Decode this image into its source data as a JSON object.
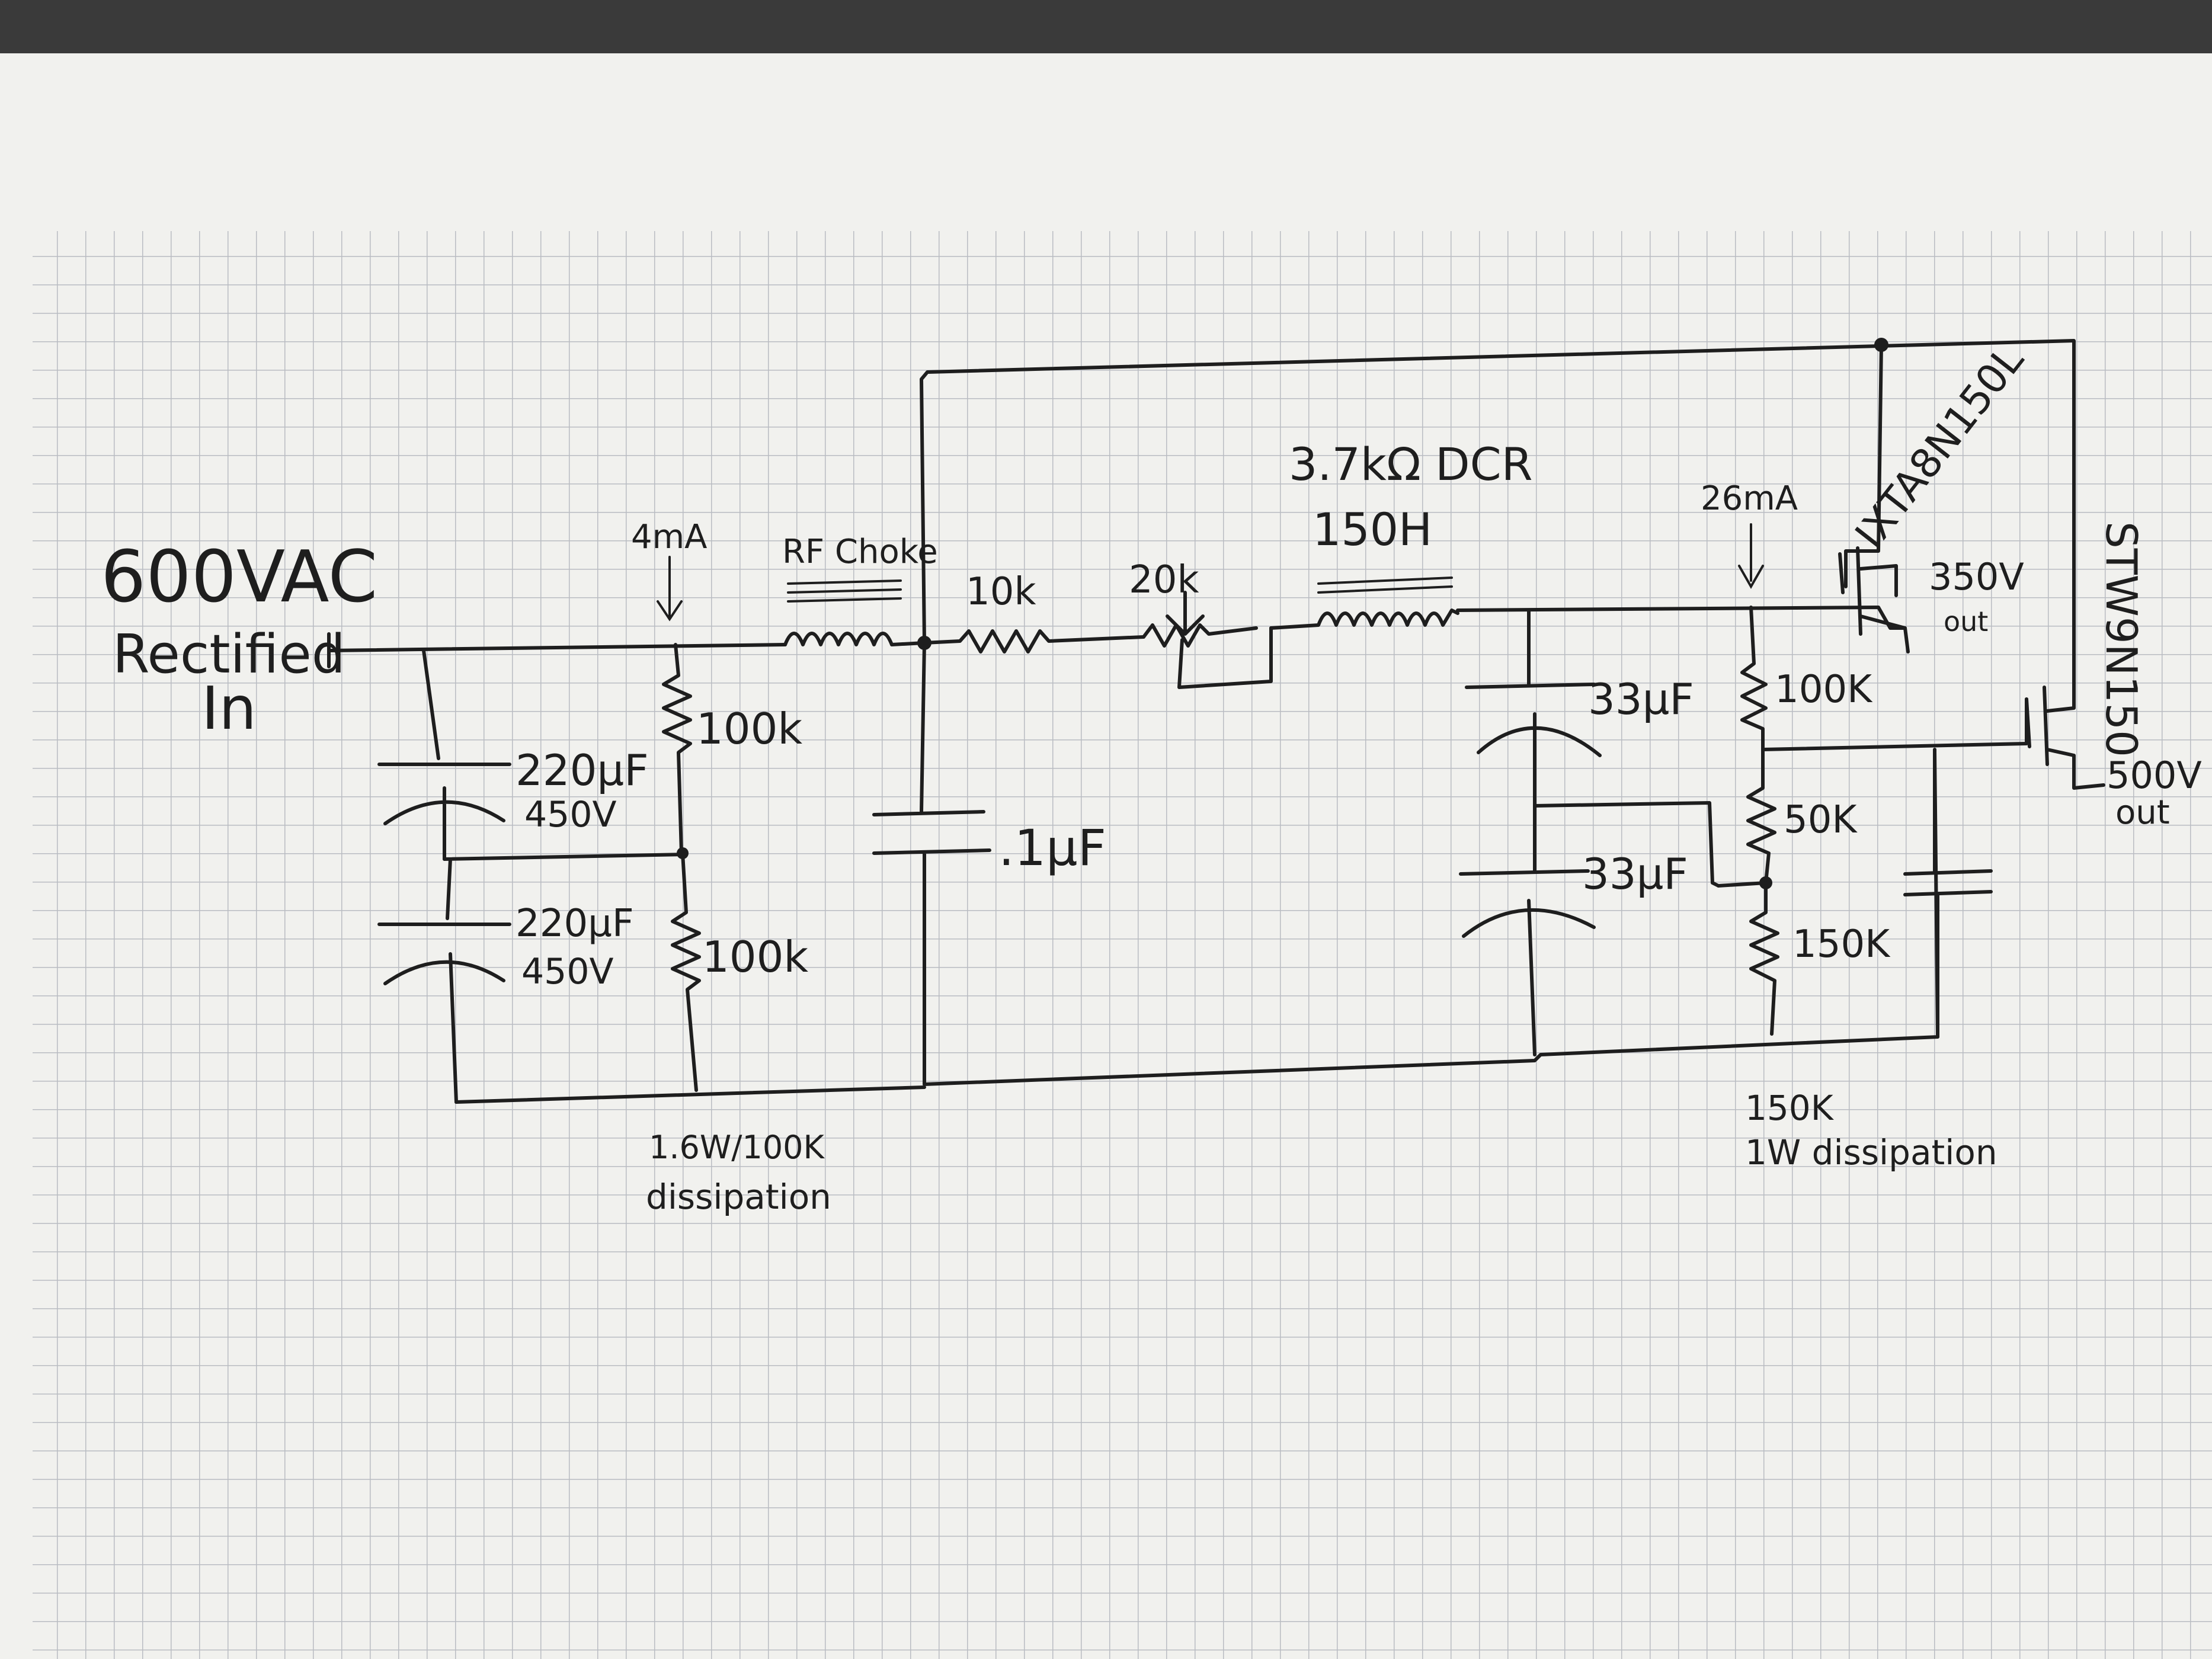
{
  "colors": {
    "backdrop": "#3a3a3a",
    "paper": "#f1f1ee",
    "grid": "#b9bcc2",
    "ink": "#1e1e1e"
  },
  "labels": {
    "input_voltage": "600VAC",
    "input_desc1": "Rectified",
    "input_desc2": "In",
    "current_left": "4mA",
    "rf_choke": "RF Choke",
    "r_10k": "10k",
    "pot_20k": "20k",
    "inductor_dcr": "3.7kΩ DCR",
    "inductor_value": "150H",
    "current_right": "26mA",
    "c1_value": "220µF",
    "c1_voltage": "450V",
    "c2_value": "220µF",
    "c2_voltage": "450V",
    "r1_value": "100k",
    "r2_value": "100k",
    "c_01": ".1µF",
    "dissipation_left1": "1.6W/100K",
    "dissipation_left2": "dissipation",
    "c3_value": "33µF",
    "c4_value": "33µF",
    "r3_value": "100K",
    "r4_value": "50K",
    "r5_value": "150K",
    "dissipation_right1": "150K",
    "dissipation_right2": "1W dissipation",
    "mosfet1": "IXTA8N150L",
    "out1_voltage": "350V",
    "out1_label": "out",
    "mosfet2": "STW9N150",
    "out2_voltage": "500V",
    "out2_label": "out"
  }
}
